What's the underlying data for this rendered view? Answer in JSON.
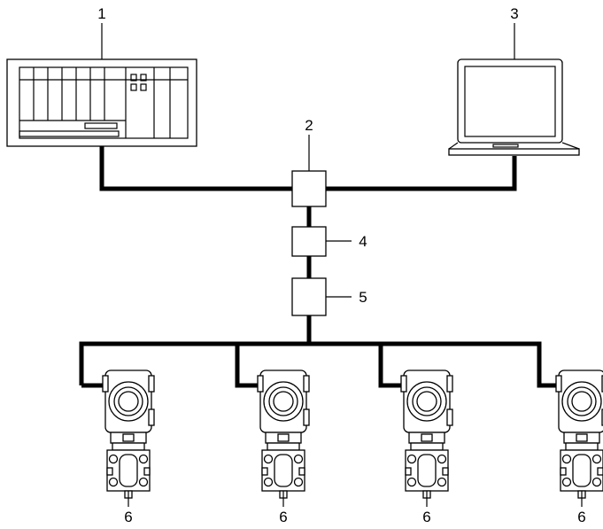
{
  "labels": {
    "controller": "1",
    "switch": "2",
    "computer": "3",
    "module_a": "4",
    "module_b": "5",
    "device_1": "6",
    "device_2": "6",
    "device_3": "6",
    "device_4": "6"
  },
  "colors": {
    "line": "#000000",
    "background": "#ffffff"
  }
}
